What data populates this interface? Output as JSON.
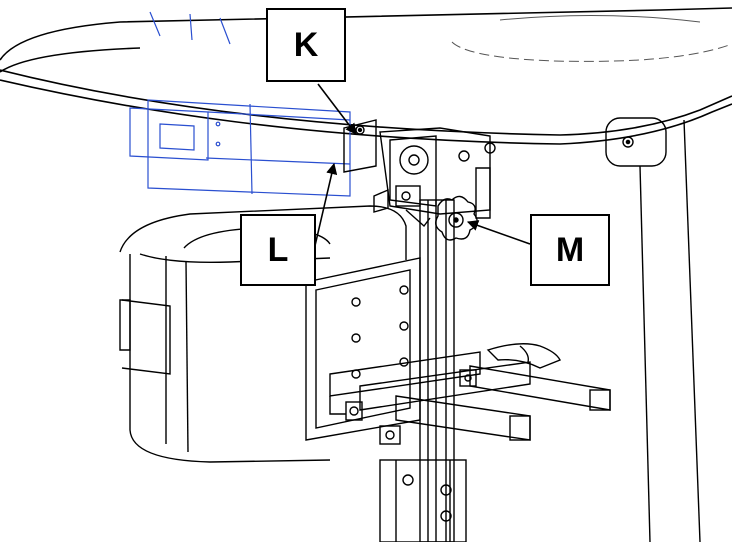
{
  "callouts": [
    {
      "id": "K",
      "label": "K"
    },
    {
      "id": "L",
      "label": "L"
    },
    {
      "id": "M",
      "label": "M"
    }
  ],
  "colors": {
    "line": "#000000",
    "blue_line": "#2a4fd0",
    "gray_line": "#6b6b6b",
    "background": "#ffffff"
  },
  "icons": [
    "arrow-icon"
  ]
}
